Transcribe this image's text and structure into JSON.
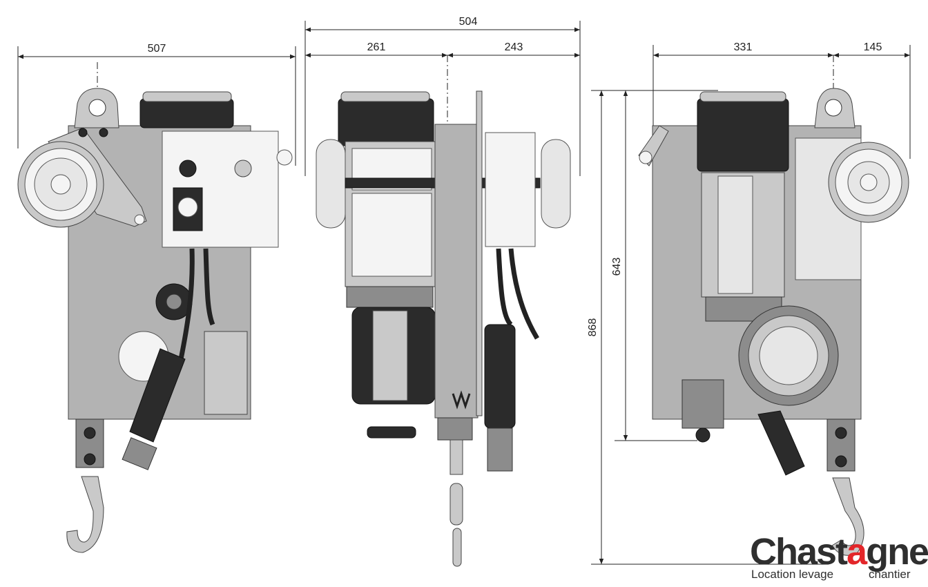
{
  "diagram": {
    "views": [
      {
        "id": "front",
        "dims": {
          "width": "507"
        }
      },
      {
        "id": "side",
        "dims": {
          "total": "504",
          "left": "261",
          "right": "243"
        }
      },
      {
        "id": "rear",
        "dims": {
          "left": "331",
          "right": "145",
          "height_short": "643",
          "height_total": "868"
        }
      }
    ]
  },
  "logo": {
    "part1": "Chast",
    "accent": "a",
    "part2": "gner",
    "tagline_left": "Location levage",
    "tagline_right": "chantier",
    "accent_color": "#e3262a"
  }
}
